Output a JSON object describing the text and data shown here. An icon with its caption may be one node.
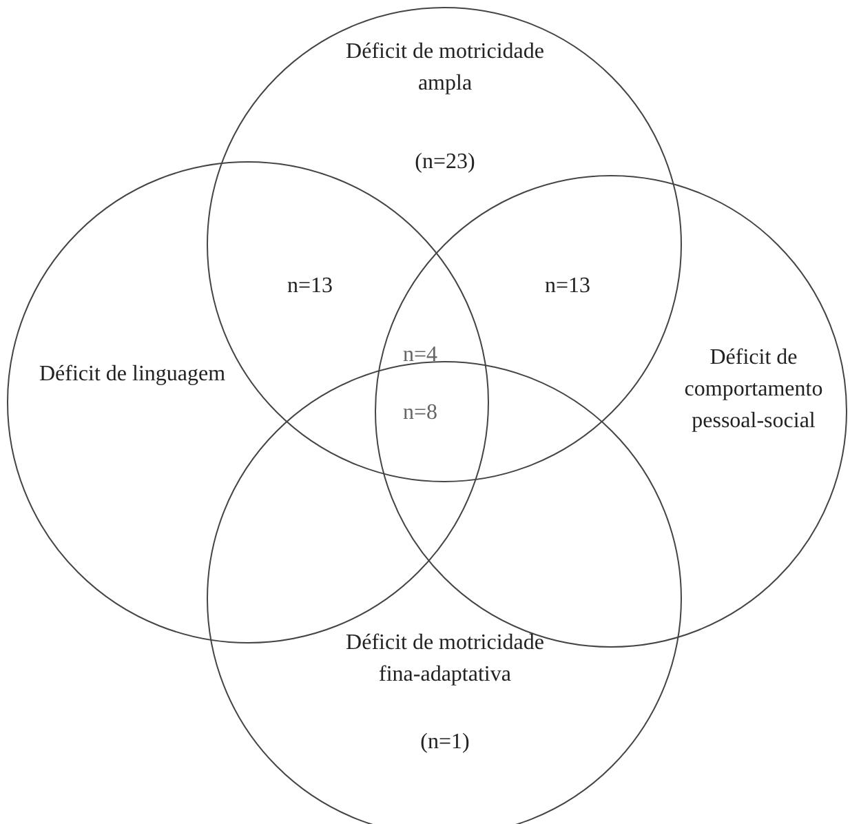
{
  "diagram": {
    "nodes": [
      {
        "text": [
          "Déficit de motricidade ampla",
          "(n=23)"
        ]
      },
      {
        "text": [
          "Déficit de linguagem"
        ]
      },
      {
        "text": [
          "Déficit de comportamento pessoal-social"
        ]
      },
      {
        "text": [
          "Déficit de motricidade fina-adaptativa",
          "(n=1)"
        ]
      }
    ],
    "labels": [
      "n=13",
      "n=13",
      "n=4",
      "n=8"
    ]
  }
}
